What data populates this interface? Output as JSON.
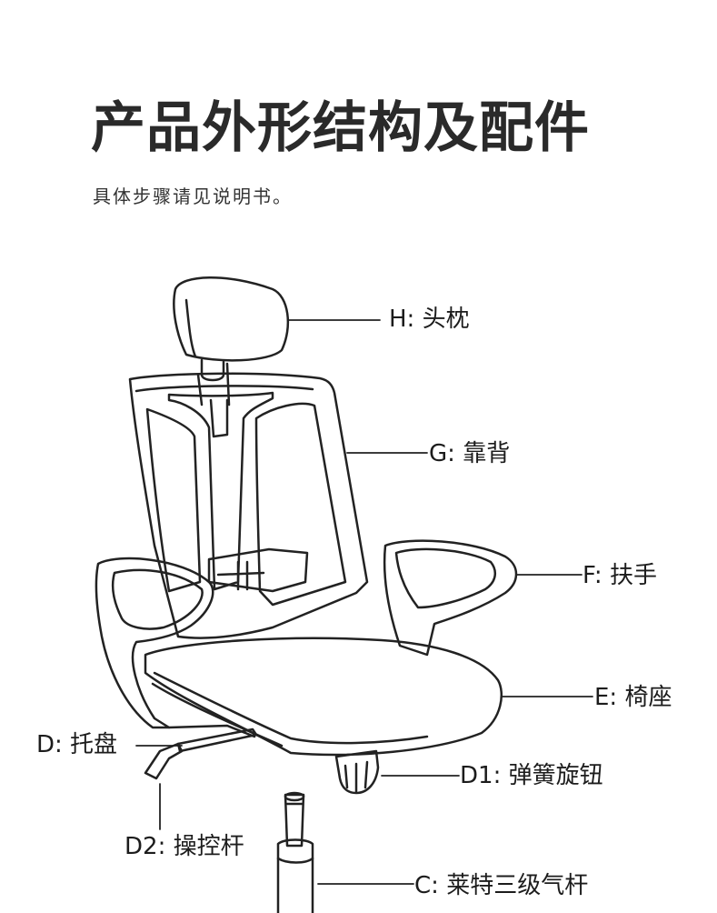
{
  "title": "产品外形结构及配件",
  "subtitle": "具体步骤请见说明书。",
  "parts": [
    {
      "code": "H:",
      "name": "头枕"
    },
    {
      "code": "G:",
      "name": "靠背"
    },
    {
      "code": "F:",
      "name": "扶手"
    },
    {
      "code": "E:",
      "name": "椅座"
    },
    {
      "code": "D:",
      "name": "托盘"
    },
    {
      "code": "D1:",
      "name": "弹簧旋钮"
    },
    {
      "code": "D2:",
      "name": "操控杆"
    },
    {
      "code": "C:",
      "name": "莱特三级气杆"
    }
  ]
}
